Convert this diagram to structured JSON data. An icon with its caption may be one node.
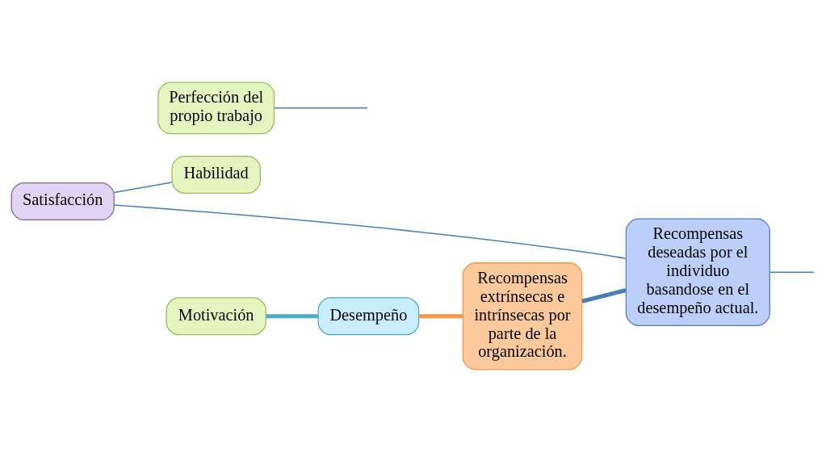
{
  "diagram": {
    "nodes": [
      {
        "text": [
          "Satisfacción"
        ]
      },
      {
        "text": [
          "Habilidad"
        ]
      },
      {
        "text": [
          "Motivación"
        ]
      },
      {
        "text": [
          "Perfección del propio trabajo"
        ]
      },
      {
        "text": [
          "Desempeño"
        ]
      },
      {
        "text": [
          "Recompensas extrínsecas e intrínsecas por parte de la organización."
        ]
      },
      {
        "text": [
          "Recompensas deseadas por el individuo basandose en el desempeño actual."
        ]
      }
    ],
    "edges": [
      {
        "from": 0,
        "to": 1,
        "arrow": "none"
      },
      {
        "from": 0,
        "to": 6,
        "arrow": "none"
      },
      {
        "from": 2,
        "to": 4,
        "arrow": "none",
        "style": "thick",
        "color": "#4bacc6"
      },
      {
        "from": 4,
        "to": 5,
        "arrow": "none",
        "style": "thick",
        "color": "#f79646"
      },
      {
        "from": 5,
        "to": 6,
        "arrow": "none",
        "style": "thick"
      },
      {
        "from": 3,
        "to": null,
        "arrow": "none"
      },
      {
        "from": 6,
        "to": null,
        "arrow": "none"
      }
    ]
  }
}
